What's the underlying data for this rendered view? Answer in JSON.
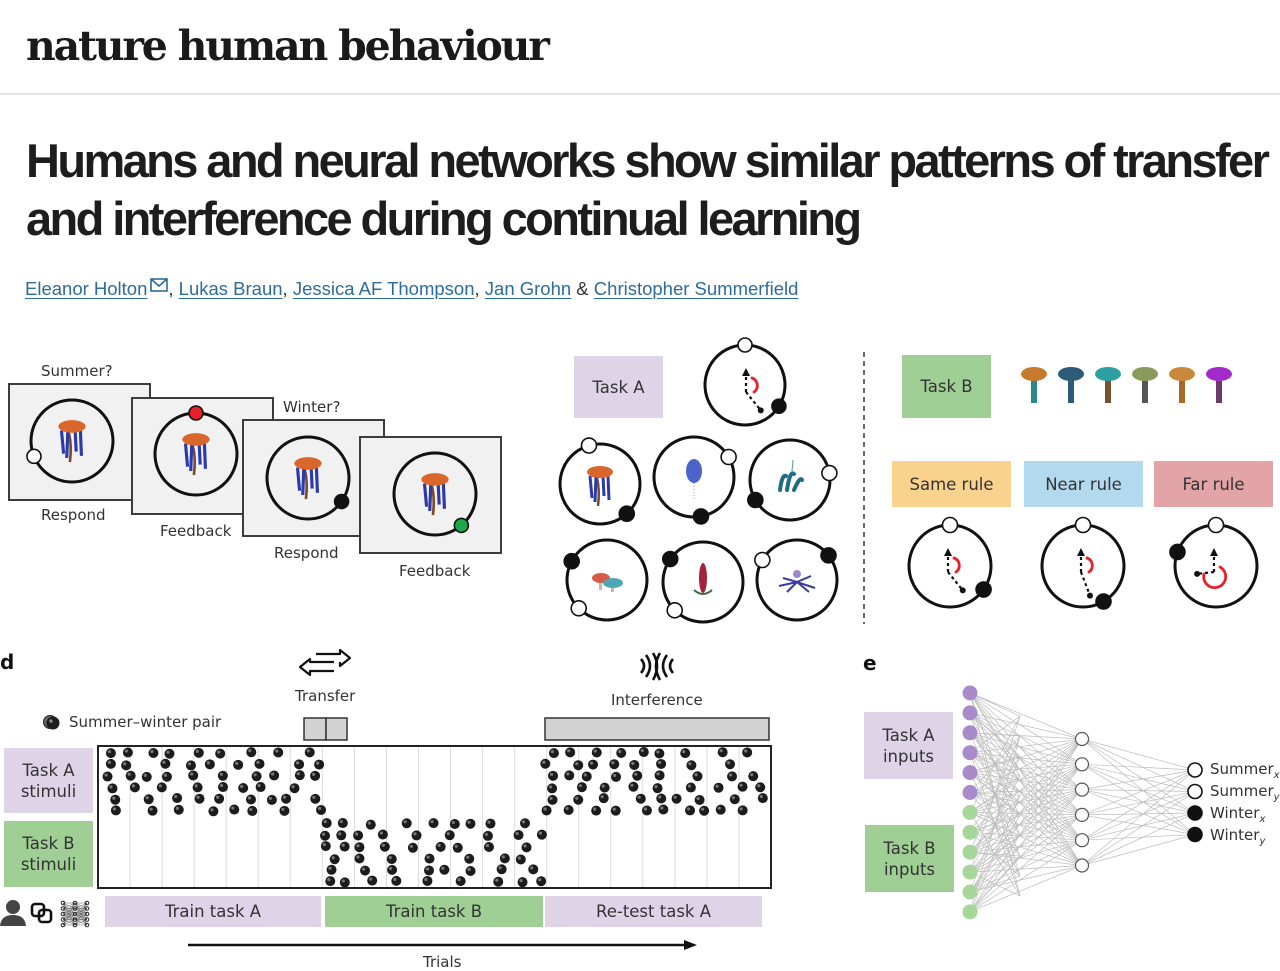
{
  "journal": "nature human behaviour",
  "article_title": "Humans and neural networks show similar patterns of transfer and interference during continual learning",
  "authors": [
    {
      "name": "Eleanor Holton",
      "corresponding": true
    },
    {
      "name": "Lukas Braun"
    },
    {
      "name": "Jessica AF Thompson"
    },
    {
      "name": "Jan Grohn"
    },
    {
      "name": "Christopher Summerfield"
    }
  ],
  "author_separators": [
    ", ",
    ", ",
    ", ",
    " & "
  ],
  "icons": {
    "corresponding_author": "mail-icon",
    "transfer": "bidirectional-arrow-icon",
    "interference": "interference-waves-icon",
    "human": "person-icon",
    "linked": "linked-squares-icon",
    "network": "network-icon"
  },
  "panel_a": {
    "screens": [
      {
        "prompt": "Summer?",
        "caption": "Respond",
        "marker": "white"
      },
      {
        "prompt": "",
        "caption": "Feedback",
        "marker": "red"
      },
      {
        "prompt": "Winter?",
        "caption": "Respond",
        "marker": "black"
      },
      {
        "prompt": "",
        "caption": "Feedback",
        "marker": "green"
      }
    ]
  },
  "panel_b": {
    "task_label": "Task A",
    "stimuli_count": 6
  },
  "panel_c": {
    "task_label": "Task B",
    "stimuli_count": 6,
    "rules": [
      "Same rule",
      "Near rule",
      "Far rule"
    ]
  },
  "panel_d": {
    "letter": "d",
    "legend": "Summer–winter pair",
    "transfer_label": "Transfer",
    "interference_label": "Interference",
    "row_labels": [
      "Task A\nstimuli",
      "Task B\nstimuli"
    ],
    "row_label_lines": [
      [
        "Task A",
        "stimuli"
      ],
      [
        "Task B",
        "stimuli"
      ]
    ],
    "phases": [
      "Train task A",
      "Train task B",
      "Re-test task A"
    ],
    "x_axis_label": "Trials"
  },
  "panel_e": {
    "letter": "e",
    "input_groups": [
      [
        "Task A",
        "inputs"
      ],
      [
        "Task B",
        "inputs"
      ]
    ],
    "input_units": {
      "task_a": 6,
      "task_b": 6
    },
    "hidden_units": 6,
    "outputs": [
      {
        "base": "Summer",
        "sub": "x",
        "fill": "white"
      },
      {
        "base": "Summer",
        "sub": "y",
        "fill": "white"
      },
      {
        "base": "Winter",
        "sub": "x",
        "fill": "black"
      },
      {
        "base": "Winter",
        "sub": "y",
        "fill": "black"
      }
    ]
  },
  "colors": {
    "task_a": "#dfd3e8",
    "task_b": "#9fcf94",
    "input_a_node": "#a98bcb",
    "input_b_node": "#a7d69b",
    "same_rule": "#f9d28d",
    "near_rule": "#b3d9ee",
    "far_rule": "#e2a4a6",
    "feedback_wrong": "#e8202a",
    "feedback_correct": "#1fa84a",
    "link": "#2b6c9c"
  }
}
